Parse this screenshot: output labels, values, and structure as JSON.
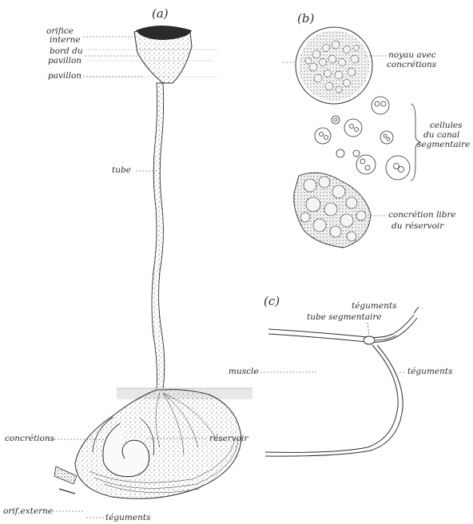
{
  "figure_a": {
    "label": "(a)",
    "labels": {
      "orifice": [
        "orifice",
        "interne"
      ],
      "bord": [
        "bord du",
        "pavillon"
      ],
      "pavillon": "pavillon",
      "tube": "tube",
      "concretions": "concrétions",
      "reservoir": "réservoir",
      "orif_externe": "orif.externe",
      "teguments": "téguments"
    }
  },
  "figure_b": {
    "label": "(b)",
    "labels": {
      "noyau": [
        "noyau avec",
        "concrétions"
      ],
      "cellules": [
        "cellules",
        "du canal",
        "segmentaire"
      ],
      "concretion": [
        "concrétion libre",
        "du réservoir"
      ]
    }
  },
  "figure_c": {
    "label": "(c)",
    "labels": {
      "teguments_top": "téguments",
      "tube_segmentaire": "tube segmentaire",
      "muscle": "muscle",
      "teguments_right": "téguments"
    }
  }
}
